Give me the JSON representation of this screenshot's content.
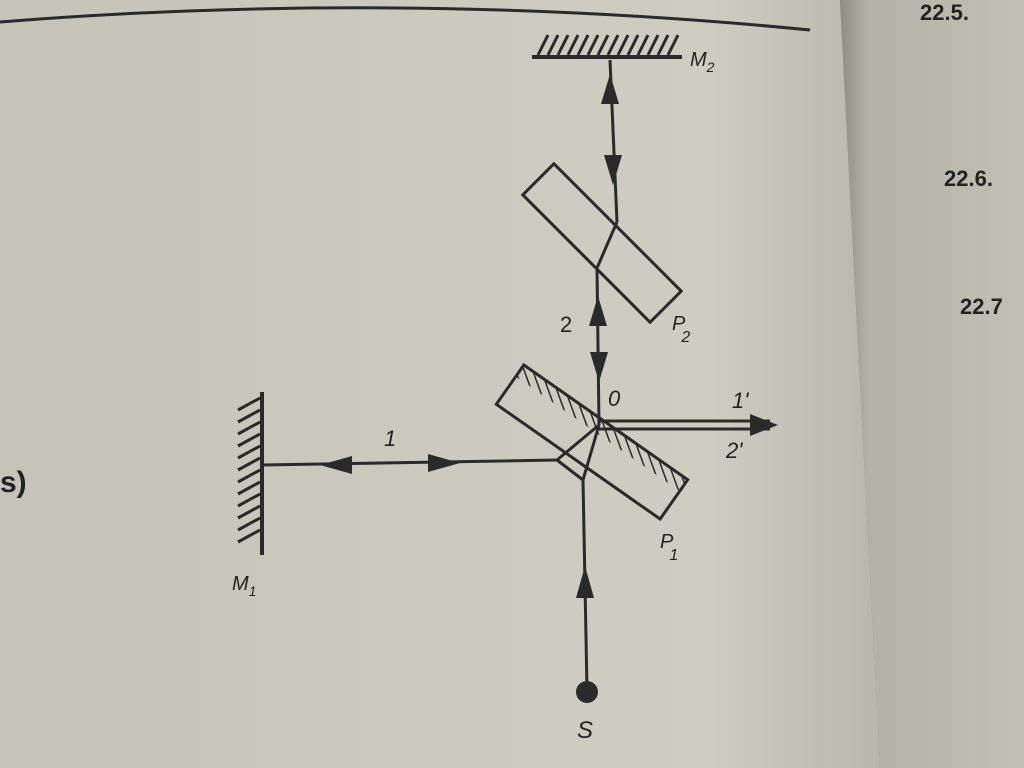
{
  "diagram": {
    "labels": {
      "mirror_2": "M",
      "mirror_2_sub": "2",
      "plate_2": "P",
      "plate_2_sub": "2",
      "mirror_1": "M",
      "mirror_1_sub": "1",
      "plate_1": "P",
      "plate_1_sub": "1",
      "source": "S",
      "origin": "0",
      "beam_1": "1",
      "beam_2": "2",
      "out_beam_1": "1'",
      "out_beam_2": "2'"
    },
    "page_fragments": {
      "left_edge_text": "s)",
      "section_a": "22.5.",
      "section_b": "22.6.",
      "section_c": "22.7"
    },
    "colors": {
      "paper": "#cfcdc2",
      "paper_shadow": "#a9a79b",
      "ink": "#2a2a2a",
      "next_page": "#bdbbaf"
    }
  }
}
